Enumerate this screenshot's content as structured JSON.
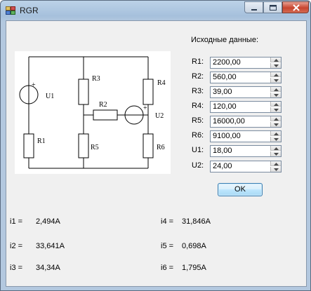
{
  "window": {
    "title": "RGR"
  },
  "inputs": {
    "header": "Исходные данные:",
    "rows": [
      {
        "label": "R1:",
        "value": "2200,00"
      },
      {
        "label": "R2:",
        "value": "560,00"
      },
      {
        "label": "R3:",
        "value": "39,00"
      },
      {
        "label": "R4:",
        "value": "120,00"
      },
      {
        "label": "R5:",
        "value": "16000,00"
      },
      {
        "label": "R6:",
        "value": "9100,00"
      },
      {
        "label": "U1:",
        "value": "18,00"
      },
      {
        "label": "U2:",
        "value": "24,00"
      }
    ],
    "ok_label": "OK"
  },
  "schematic": {
    "labels": {
      "r1": "R1",
      "r2": "R2",
      "r3": "R3",
      "r4": "R4",
      "r5": "R5",
      "r6": "R6",
      "u1": "U1",
      "u2": "U2",
      "plus": "+"
    }
  },
  "results": {
    "left": [
      {
        "label": "i1 =",
        "value": "2,494A"
      },
      {
        "label": "i2 =",
        "value": "33,641A"
      },
      {
        "label": "i3 =",
        "value": "34,34A"
      }
    ],
    "right": [
      {
        "label": "i4 =",
        "value": "31,846A"
      },
      {
        "label": "i5 =",
        "value": "0,698A"
      },
      {
        "label": "i6 =",
        "value": "1,795A"
      }
    ]
  }
}
